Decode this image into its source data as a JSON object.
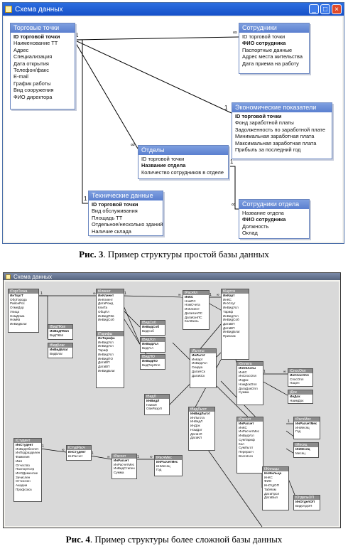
{
  "figure1": {
    "window_title": "Схема данных",
    "caption_label": "Рис. 3",
    "caption_text": ". Пример структуры простой базы данных",
    "tables": [
      {
        "name": "Торговые точки",
        "fields": [
          {
            "text": "ID торговой точки",
            "bold": true
          },
          {
            "text": "Наименование ТТ"
          },
          {
            "text": "Адрес"
          },
          {
            "text": "Специализация"
          },
          {
            "text": "Дата открытия"
          },
          {
            "text": "Телефон/факс"
          },
          {
            "text": "E-mail"
          },
          {
            "text": "График работы"
          },
          {
            "text": "Вид сооружения"
          },
          {
            "text": "ФИО директора"
          }
        ]
      },
      {
        "name": "Сотрудники",
        "fields": [
          {
            "text": "ID торговой точки"
          },
          {
            "text": "ФИО сотрудника",
            "bold": true
          },
          {
            "text": "Паспортные данные"
          },
          {
            "text": "Адрес места жительства"
          },
          {
            "text": "Дата приема на работу"
          }
        ]
      },
      {
        "name": "Экономические показатели",
        "fields": [
          {
            "text": "ID торговой точки",
            "bold": true
          },
          {
            "text": "Фонд заработной платы"
          },
          {
            "text": "Задолженность по заработной плате"
          },
          {
            "text": "Минимальная заработная плата"
          },
          {
            "text": "Максимальная заработная плата"
          },
          {
            "text": "Прибыль за последний год"
          }
        ]
      },
      {
        "name": "Отделы",
        "fields": [
          {
            "text": "ID торговой точки"
          },
          {
            "text": "Название отдела",
            "bold": true
          },
          {
            "text": "Количество сотрудников в отделе"
          }
        ]
      },
      {
        "name": "Технические данные",
        "fields": [
          {
            "text": "ID торговой точки",
            "bold": true
          },
          {
            "text": "Вид обслуживания"
          },
          {
            "text": "Площадь ТТ"
          },
          {
            "text": "Отдельное/несколько зданий"
          },
          {
            "text": "Наличие склада"
          }
        ]
      },
      {
        "name": "Сотрудники отдела",
        "fields": [
          {
            "text": "Название отдела"
          },
          {
            "text": "ФИО сотрудника",
            "bold": true
          },
          {
            "text": "Должность"
          },
          {
            "text": "Оклад"
          }
        ]
      }
    ]
  },
  "figure2": {
    "window_title": "Схема данных",
    "caption_label": "Рис. 4",
    "caption_text": ". Пример структуры более сложной базы данных",
    "tables": [
      {
        "name": "tТоргТочка",
        "fields": [
          {
            "text": "ИнТоргТ",
            "bold": true
          },
          {
            "text": "ОбоГорода"
          },
          {
            "text": "РайонРос"
          },
          {
            "text": "ОтмеДор"
          },
          {
            "text": "Улица"
          },
          {
            "text": "НомДома"
          },
          {
            "text": "НомКв"
          },
          {
            "text": "ИнВидБлаг"
          }
        ]
      },
      {
        "name": "tКлиент",
        "fields": [
          {
            "text": "ИнКлиент",
            "bold": true
          },
          {
            "text": "ИнКлиент"
          },
          {
            "text": "ДатаРожд"
          },
          {
            "text": "КлиТа"
          },
          {
            "text": "ОбщПл"
          },
          {
            "text": "ИнВидПКв"
          },
          {
            "text": "ИнВидСоб"
          }
        ]
      },
      {
        "name": "tРасчКл",
        "fields": [
          {
            "text": "ИнКС",
            "bold": true
          },
          {
            "text": "НомПС"
          },
          {
            "text": "НомСчета"
          },
          {
            "text": "ИнКлиент"
          },
          {
            "text": "ДатаНачПС"
          },
          {
            "text": "ДатаКонПС"
          },
          {
            "text": "КолЖиль"
          }
        ]
      },
      {
        "name": "tКарточ",
        "fields": [
          {
            "text": "ИнКарт",
            "bold": true
          },
          {
            "text": "ИнКС"
          },
          {
            "text": "ИнУслуг"
          },
          {
            "text": "ИнВидУсл"
          },
          {
            "text": "Тариф"
          },
          {
            "text": "ИнВидУсл"
          },
          {
            "text": "ИнВидСоб"
          },
          {
            "text": "ДатаВП"
          },
          {
            "text": "ДатаВП"
          },
          {
            "text": "ИнВидБлаг"
          },
          {
            "text": "Признак"
          }
        ]
      },
      {
        "name": "tВидПКвп",
        "fields": [
          {
            "text": "ИнВидПКвп",
            "bold": true
          },
          {
            "text": "ВидПКвп"
          }
        ]
      },
      {
        "name": "tВидБлаг",
        "fields": [
          {
            "text": "ИнВидБлаг",
            "bold": true
          },
          {
            "text": "ВидБлаг"
          }
        ]
      },
      {
        "name": "tТарифы",
        "fields": [
          {
            "text": "ИнТарифа",
            "bold": true
          },
          {
            "text": "ИнВидУсл"
          },
          {
            "text": "ИнВидУсл"
          },
          {
            "text": "Тариф"
          },
          {
            "text": "ИнВидУсл"
          },
          {
            "text": "ИнВидПО"
          },
          {
            "text": "ДатаВП"
          },
          {
            "text": "ДатаВП"
          },
          {
            "text": "ИнВидБлаг"
          }
        ]
      },
      {
        "name": "tВидСоб",
        "fields": [
          {
            "text": "ИнВидСоб",
            "bold": true
          },
          {
            "text": "ВидСоб"
          }
        ]
      },
      {
        "name": "tВидУсл",
        "fields": [
          {
            "text": "ИнВидУсл",
            "bold": true
          },
          {
            "text": "ВидУсл"
          }
        ]
      },
      {
        "name": "tВидПО",
        "fields": [
          {
            "text": "ИнВидПО",
            "bold": true
          },
          {
            "text": "ВидПерОпл"
          }
        ]
      },
      {
        "name": "tЛьготы",
        "fields": [
          {
            "text": "ИнЛьгот",
            "bold": true
          },
          {
            "text": "ИнКарт"
          },
          {
            "text": "ИнВидУсл"
          },
          {
            "text": "Скидка"
          },
          {
            "text": "ДатаНСк"
          },
          {
            "text": "ДатаКСк"
          }
        ]
      },
      {
        "name": "tОплата",
        "fields": [
          {
            "text": "ИнОплаты",
            "bold": true
          },
          {
            "text": "ИнКС"
          },
          {
            "text": "ИнСпосОпл"
          },
          {
            "text": "ИнДок"
          },
          {
            "text": "НомДокОпл"
          },
          {
            "text": "ДатаДокОпл"
          },
          {
            "text": "Сумма"
          }
        ]
      },
      {
        "name": "tСпосОпл",
        "fields": [
          {
            "text": "ИнСпосОпл",
            "bold": true
          },
          {
            "text": "СпосОпл"
          },
          {
            "text": "Нацен"
          }
        ]
      },
      {
        "name": "tДок",
        "fields": [
          {
            "text": "ИнДок",
            "bold": true
          },
          {
            "text": "НаимДок"
          }
        ]
      },
      {
        "name": "tВидЛ",
        "fields": [
          {
            "text": "ИнВидЛ",
            "bold": true
          },
          {
            "text": "НаимЛ"
          },
          {
            "text": "ОпиРазрЛ"
          }
        ]
      },
      {
        "name": "tВидЛьгот",
        "fields": [
          {
            "text": "ИнВидЛьгот",
            "bold": true
          },
          {
            "text": "ИнЛьгота"
          },
          {
            "text": "ИнВидЛ"
          },
          {
            "text": "ИнДок"
          },
          {
            "text": "НомДот"
          },
          {
            "text": "ДатаНЛ"
          },
          {
            "text": "ДатаКЛ"
          }
        ]
      },
      {
        "name": "tРасчет",
        "fields": [
          {
            "text": "ИнРасчет",
            "bold": true
          },
          {
            "text": "ИнКС"
          },
          {
            "text": "ИнРасчетМес"
          },
          {
            "text": "ИнВидУсл"
          },
          {
            "text": "СумТариф"
          },
          {
            "text": "Кол"
          },
          {
            "text": "СумЛьгот"
          },
          {
            "text": "Перерасч"
          },
          {
            "text": "ВсегоНач"
          }
        ]
      },
      {
        "name": "tРасчМес",
        "fields": [
          {
            "text": "ИнРасчетМес",
            "bold": true
          },
          {
            "text": "ИнМесяц"
          },
          {
            "text": "Год"
          }
        ]
      },
      {
        "name": "tМесяц",
        "fields": [
          {
            "text": "ИнМесяц",
            "bold": true
          },
          {
            "text": "Месяц"
          }
        ]
      },
      {
        "name": "tОтдельОП",
        "fields": [
          {
            "text": "ИнОтделОП",
            "bold": true
          },
          {
            "text": "ВидОтдОП"
          }
        ]
      },
      {
        "name": "tЖильцы",
        "fields": [
          {
            "text": "ИнЖильца",
            "bold": true
          },
          {
            "text": "ИнКС"
          },
          {
            "text": "ФИО"
          },
          {
            "text": "ИнОтдОП"
          },
          {
            "text": "ТабНом"
          },
          {
            "text": "ДатаПрол"
          },
          {
            "text": "ДатаВып"
          }
        ]
      },
      {
        "name": "tСтудент",
        "fields": [
          {
            "text": "ИнСтудент",
            "bold": true
          },
          {
            "text": "ИнВидОбеспеч"
          },
          {
            "text": "ИнПодразделен"
          },
          {
            "text": "Фамилия"
          },
          {
            "text": "Имя"
          },
          {
            "text": "Отчество"
          },
          {
            "text": "ПаспортСер"
          },
          {
            "text": "ИНОДементие"
          },
          {
            "text": "Зачислен"
          },
          {
            "text": "Отчислен"
          },
          {
            "text": "Академ"
          },
          {
            "text": "Профсоюз"
          }
        ]
      },
      {
        "name": "tСтудРасч",
        "fields": [
          {
            "text": "ИнСтудент",
            "bold": true
          },
          {
            "text": "ИнРасчет"
          }
        ]
      },
      {
        "name": "tРасчет",
        "fields": [
          {
            "text": "ИнРасчет",
            "bold": true
          },
          {
            "text": "ИнРасчетМес"
          },
          {
            "text": "ИнВидСтипен"
          },
          {
            "text": "Сумма"
          }
        ]
      },
      {
        "name": "tРасчМес",
        "fields": [
          {
            "text": "ИнРасчетМес",
            "bold": true
          },
          {
            "text": "ИнМесяц"
          },
          {
            "text": "Год"
          }
        ]
      }
    ]
  }
}
